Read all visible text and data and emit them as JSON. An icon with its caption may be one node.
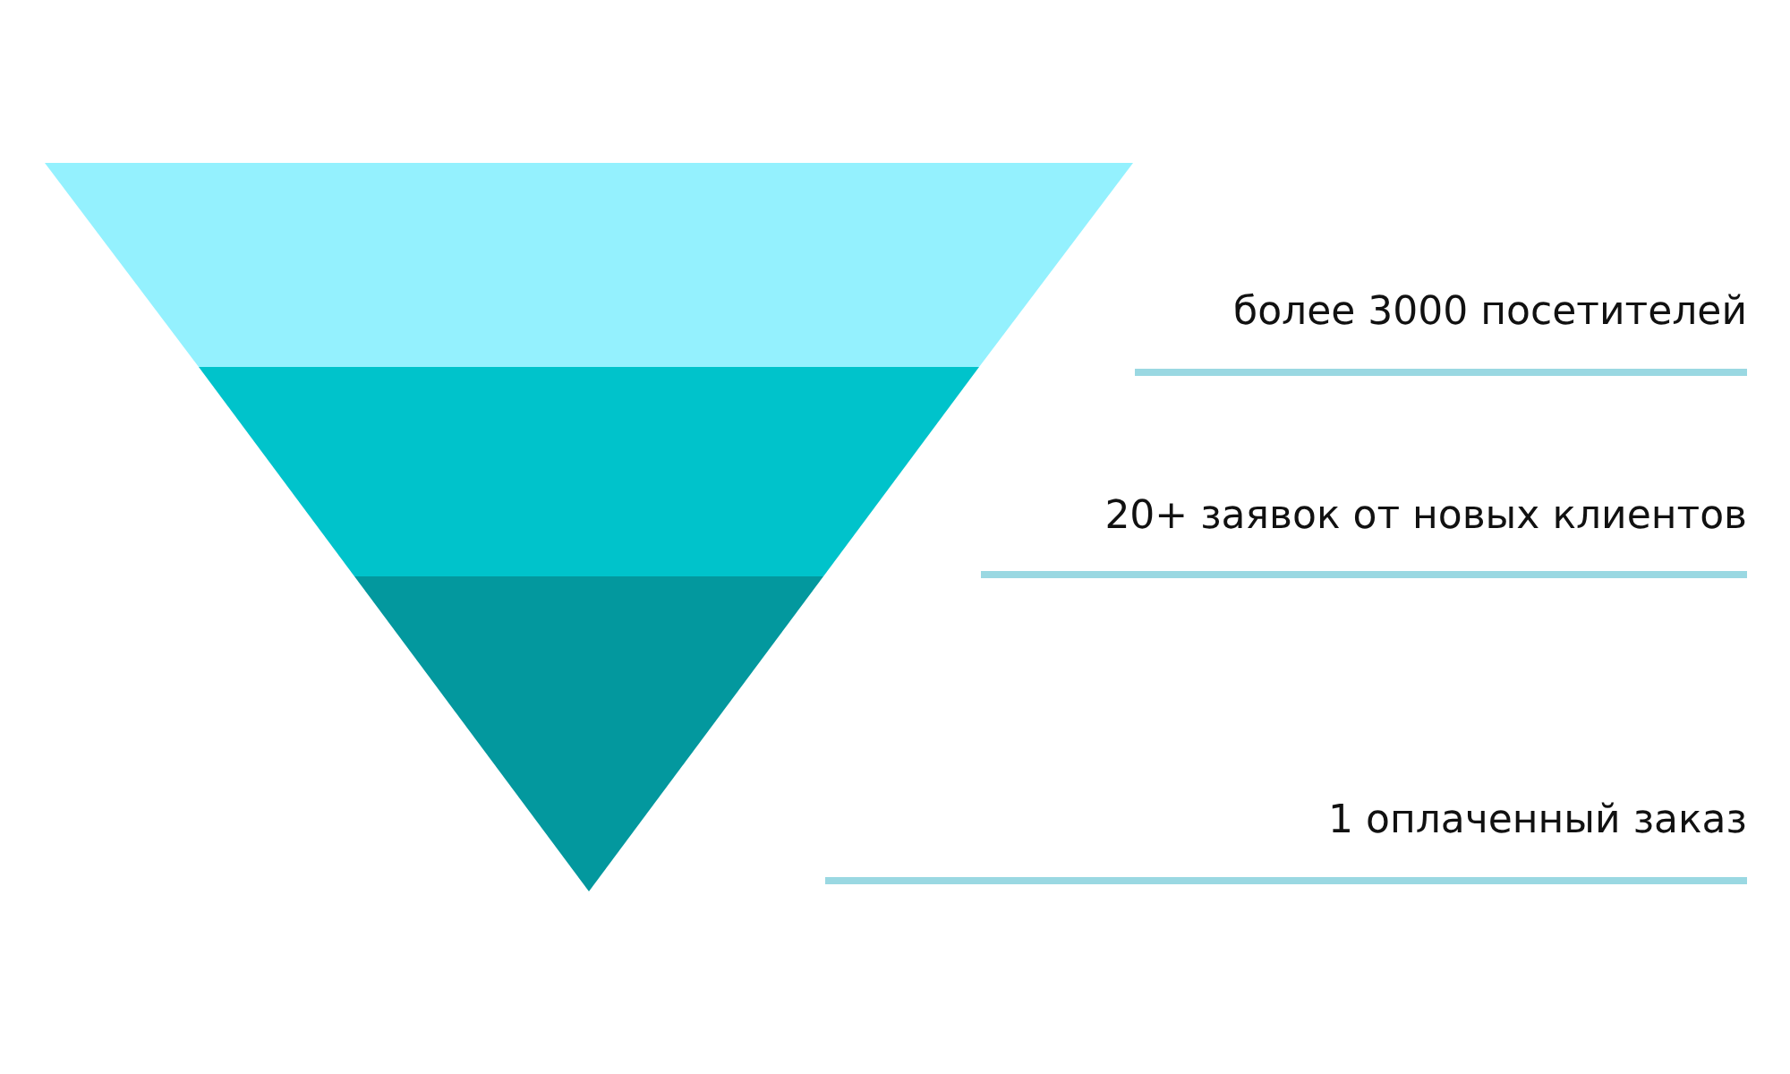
{
  "diagram": {
    "nodes": [
      {
        "text": [],
        "shape": "trapezoid"
      },
      {
        "text": [],
        "shape": "trapezoid"
      },
      {
        "text": [],
        "shape": "triangle"
      }
    ],
    "labels": [
      "более 3000 посетителей",
      "20+ заявок от новых клиентов",
      "1 оплаченный заказ"
    ]
  }
}
